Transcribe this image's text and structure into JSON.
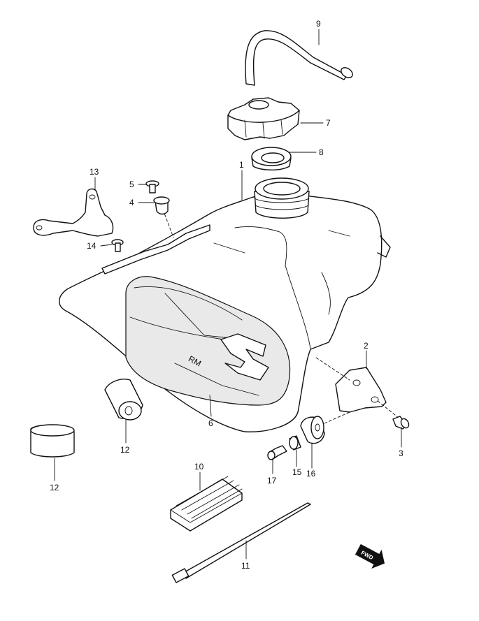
{
  "diagram": {
    "type": "exploded parts diagram",
    "callouts": [
      {
        "id": "p1",
        "label": "1"
      },
      {
        "id": "p2",
        "label": "2"
      },
      {
        "id": "p3",
        "label": "3"
      },
      {
        "id": "p4",
        "label": "4"
      },
      {
        "id": "p5",
        "label": "5"
      },
      {
        "id": "p6",
        "label": "6"
      },
      {
        "id": "p7",
        "label": "7"
      },
      {
        "id": "p8",
        "label": "8"
      },
      {
        "id": "p9",
        "label": "9"
      },
      {
        "id": "p10",
        "label": "10"
      },
      {
        "id": "p11",
        "label": "11"
      },
      {
        "id": "p12a",
        "label": "12"
      },
      {
        "id": "p12b",
        "label": "12"
      },
      {
        "id": "p13",
        "label": "13"
      },
      {
        "id": "p14",
        "label": "14"
      },
      {
        "id": "p15",
        "label": "15"
      },
      {
        "id": "p16",
        "label": "16"
      },
      {
        "id": "p17",
        "label": "17"
      }
    ],
    "forward_marker": "FWD"
  }
}
